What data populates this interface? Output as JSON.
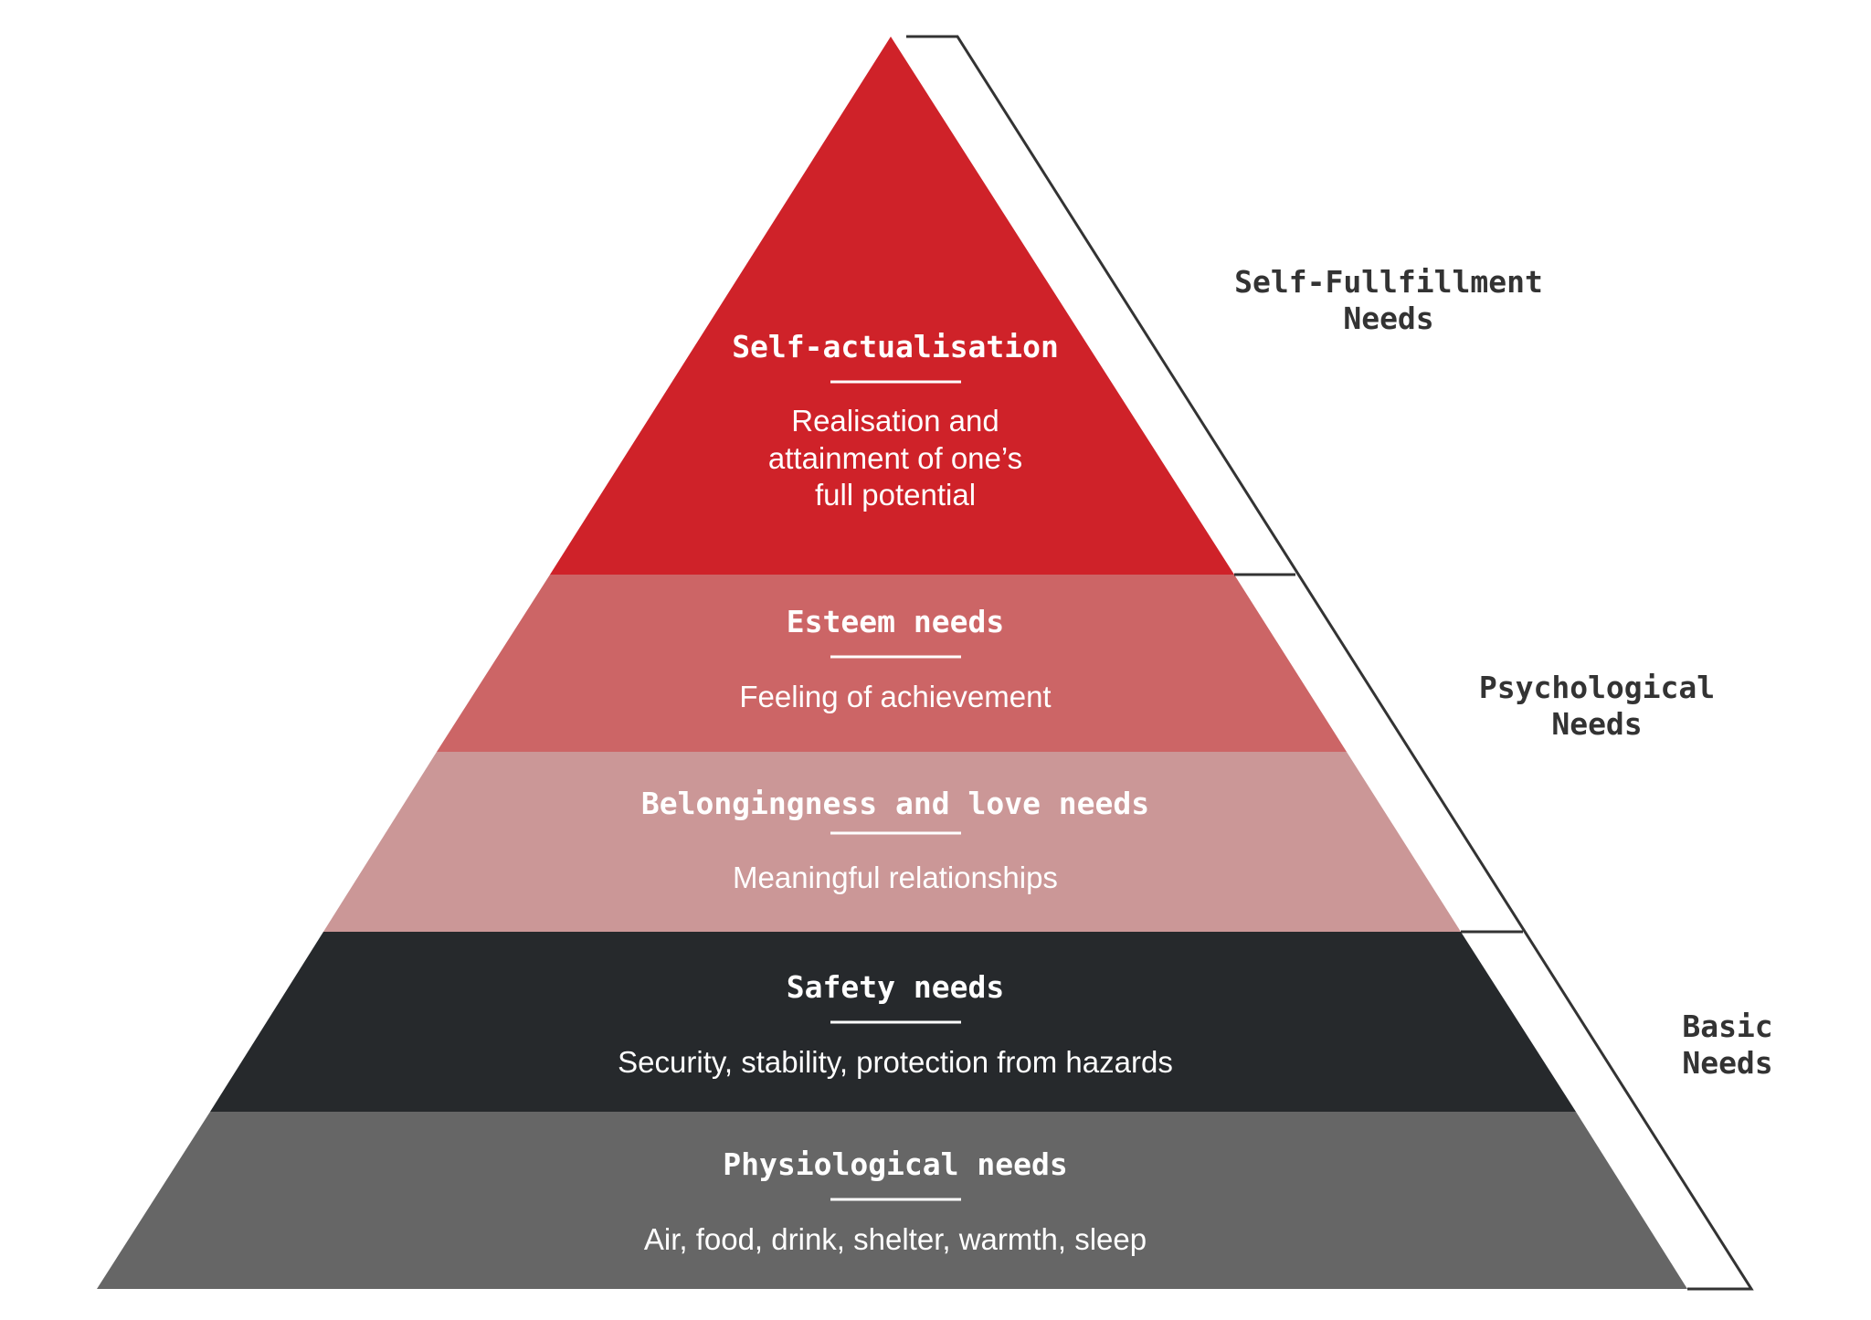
{
  "levels": [
    {
      "title": "Self-actualisation",
      "desc": [
        "Realisation and",
        "attainment of one’s",
        "full potential"
      ],
      "color": "#cf2229"
    },
    {
      "title": "Esteem needs",
      "desc": [
        "Feeling of achievement"
      ],
      "color": "#cc6566"
    },
    {
      "title": "Belongingness and love needs",
      "desc": [
        "Meaningful relationships"
      ],
      "color": "#cb9797"
    },
    {
      "title": "Safety needs",
      "desc": [
        "Security, stability, protection from hazards"
      ],
      "color": "#26292c"
    },
    {
      "title": "Physiological needs",
      "desc": [
        "Air, food, drink, shelter, warmth, sleep"
      ],
      "color": "#666666"
    }
  ],
  "groups": [
    {
      "lines": [
        "Self-Fullfillment",
        "Needs"
      ]
    },
    {
      "lines": [
        "Psychological",
        "Needs"
      ]
    },
    {
      "lines": [
        "Basic",
        "Needs"
      ]
    }
  ]
}
